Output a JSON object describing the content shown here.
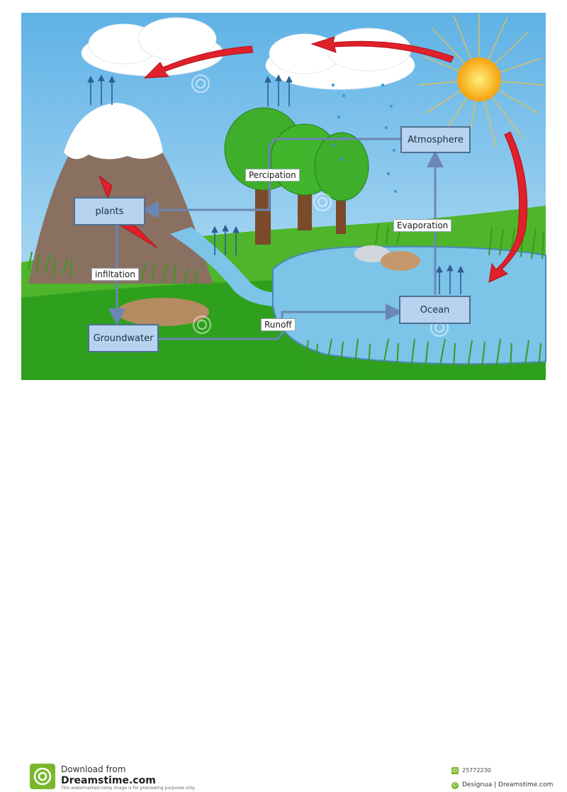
{
  "nodes": {
    "atmosphere": "Atmosphere",
    "plants": "plants",
    "groundwater": "Groundwater",
    "ocean": "Ocean"
  },
  "edge_labels": {
    "percipation": "Percipation",
    "infiltation": "infiltation",
    "runoff": "Runoff",
    "evaporation": "Evaporation"
  },
  "footer": {
    "download_from": "Download from",
    "site": "Dreamstime.com",
    "notice": "This watermarked comp image is for previewing purposes only.",
    "image_id": "25772230",
    "credit": "Designua | Dreamstime.com"
  },
  "icons": [
    "sun-icon",
    "cloud-icon",
    "tree-icon",
    "volcano-icon",
    "rock-icon",
    "grass-icon",
    "dreamstime-logo-icon"
  ],
  "colors": {
    "sky": "#a9d8f2",
    "node_fill": "#b7d3f0",
    "node_border": "#4f6f93",
    "connector": "#6b86b4",
    "cycle_arrow": "#e0202a",
    "sun": "#f9b516",
    "water": "#7cc4e8",
    "grass": "#5dbf2d",
    "brand_green": "#78b82a"
  }
}
